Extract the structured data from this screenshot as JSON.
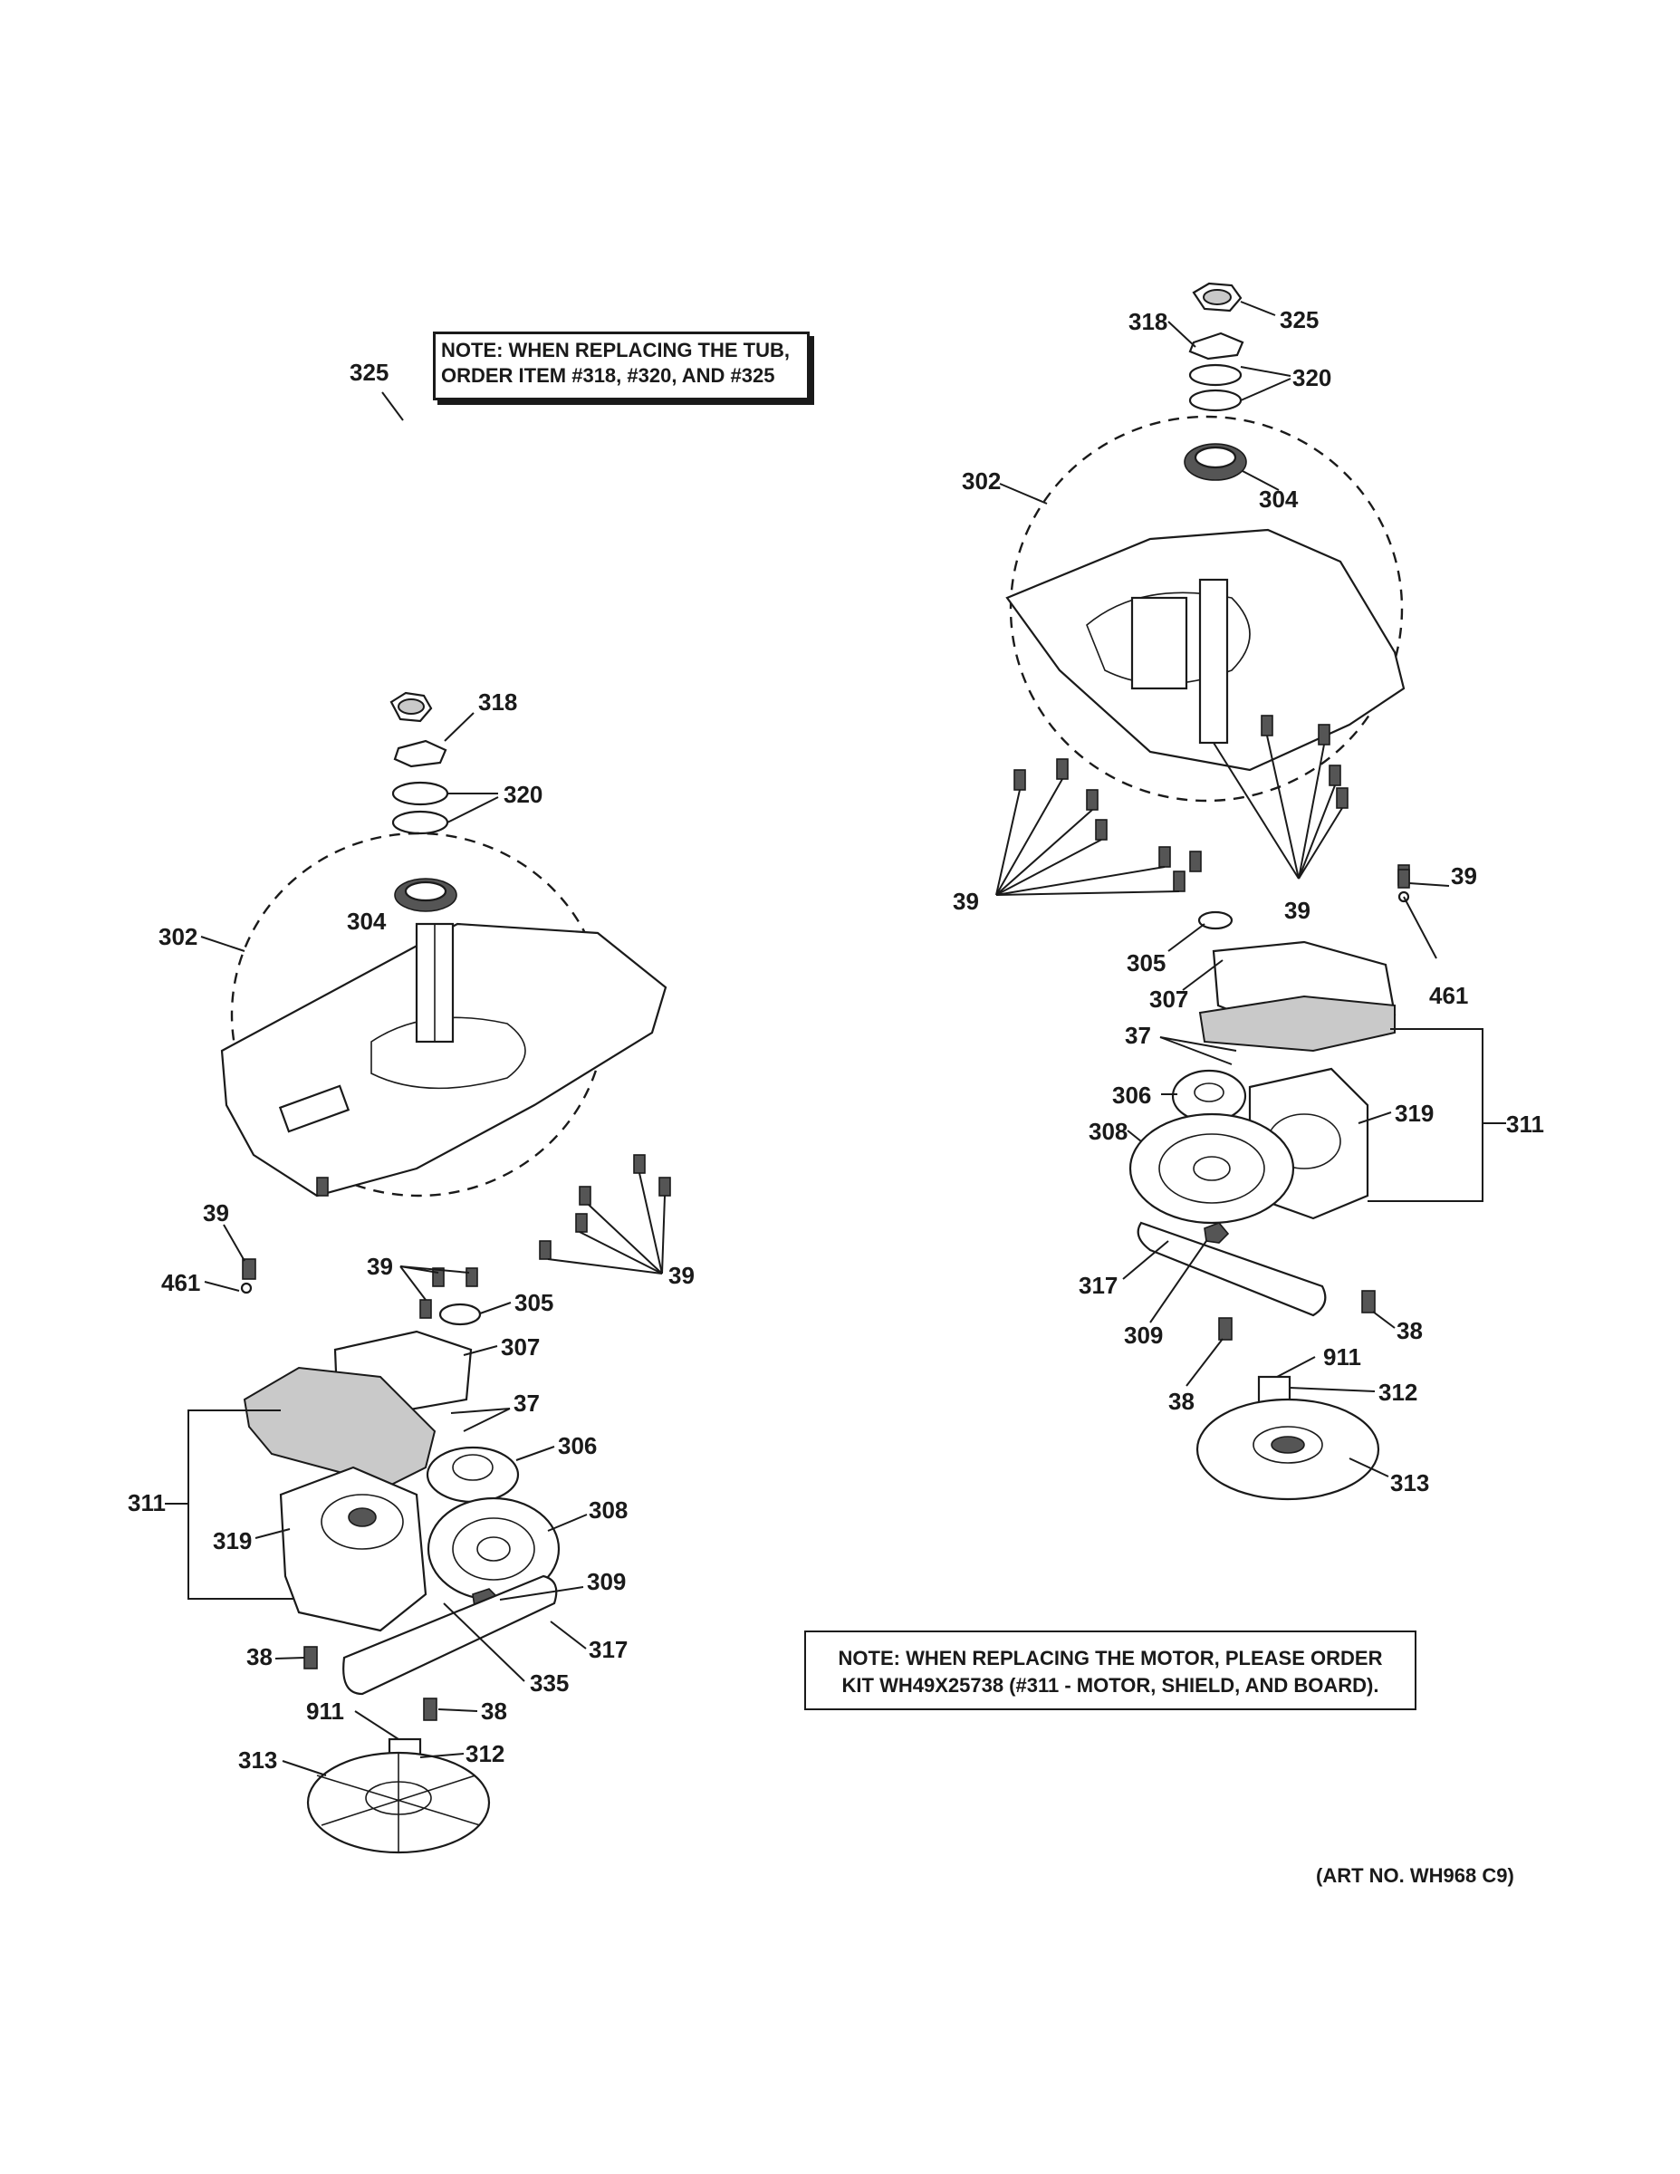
{
  "notes": {
    "tub": [
      "NOTE: WHEN REPLACING THE TUB,",
      "ORDER ITEM #318, #320, AND #325"
    ],
    "motor": [
      "NOTE: WHEN REPLACING THE MOTOR, PLEASE ORDER",
      "KIT WH49X25738 (#311 - MOTOR, SHIELD, AND BOARD)."
    ]
  },
  "art_number": "(ART NO. WH968 C9)",
  "callouts": {
    "left": {
      "c325": "325",
      "c318": "318",
      "c320": "320",
      "c304": "304",
      "c302": "302",
      "c39a": "39",
      "c461": "461",
      "c39b": "39",
      "c305": "305",
      "c39c": "39",
      "c307": "307",
      "c37": "37",
      "c306": "306",
      "c311": "311",
      "c308": "308",
      "c319": "319",
      "c309": "309",
      "c317": "317",
      "c38a": "38",
      "c335": "335",
      "c911": "911",
      "c38b": "38",
      "c313": "313",
      "c312": "312"
    },
    "right": {
      "c325": "325",
      "c318": "318",
      "c320": "320",
      "c302": "302",
      "c304": "304",
      "c39a": "39",
      "c39b": "39",
      "c39c": "39",
      "c461": "461",
      "c305": "305",
      "c307": "307",
      "c37": "37",
      "c306": "306",
      "c319": "319",
      "c311": "311",
      "c308": "308",
      "c317": "317",
      "c309": "309",
      "c38a": "38",
      "c911": "911",
      "c38b": "38",
      "c312": "312",
      "c313": "313"
    }
  }
}
